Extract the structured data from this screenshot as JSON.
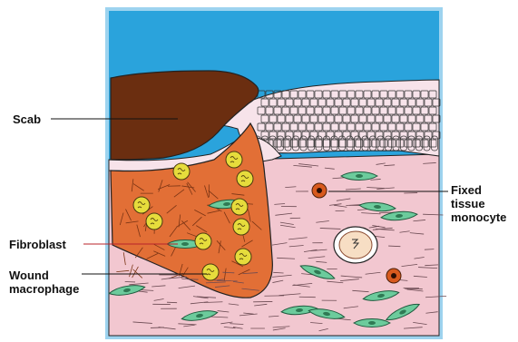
{
  "labels": {
    "scab": "Scab",
    "fibroblast": "Fibroblast",
    "wound_macrophage": [
      "Wound",
      "macrophage"
    ],
    "fixed_tissue_monocyte": [
      "Fixed",
      "tissue",
      "monocyte"
    ]
  },
  "colors": {
    "background_sky": "#2aa3dc",
    "frame": "#9dd3ef",
    "scab": "#6b2e10",
    "granulation": "#e26f36",
    "dermis": "#f2c7d0",
    "epidermis": "#f7e3ea",
    "fibroblast_cell": "#6ccb9c",
    "macrophage": "#e6dc3c",
    "monocyte": "#d85a1e",
    "leader_line": "#111111"
  },
  "icons": {
    "fibroblast": "spindle-cell-icon",
    "macrophage": "round-cell-icon",
    "monocyte": "nucleated-cell-icon",
    "vessel": "blood-vessel-icon"
  }
}
